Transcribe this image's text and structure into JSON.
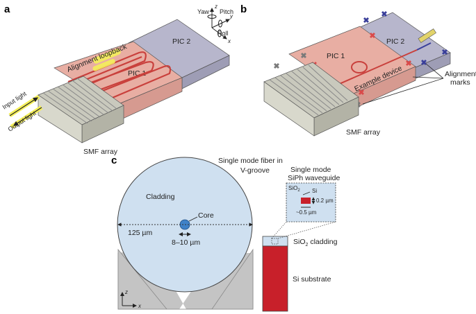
{
  "panels": {
    "a": {
      "letter": "a",
      "labels": {
        "pic1": "PIC 1",
        "pic2": "PIC 2",
        "smf_array": "SMF array",
        "alignment_loopback": "Alignment loopback",
        "input_light": "Input light",
        "output_light": "Output light"
      },
      "axes": {
        "yaw": "Yaw",
        "pitch": "Pitch",
        "roll": "Roll",
        "z": "z",
        "y": "y",
        "x": "x"
      }
    },
    "b": {
      "letter": "b",
      "labels": {
        "pic1": "PIC 1",
        "pic2": "PIC 2",
        "example_device": "Example device",
        "alignment_marks": "Alignment marks",
        "smf_array": "SMF array"
      }
    },
    "c": {
      "letter": "c",
      "labels": {
        "fiber_title": "Single mode fiber in V-groove",
        "cladding": "Cladding",
        "core": "Core",
        "diameter": "125 µm",
        "core_diameter": "8–10 µm",
        "waveguide_title": "Single mode SiPh waveguide",
        "sio2": "SiO",
        "sio2_sub": "2",
        "si": "Si",
        "height": "0.2 µm",
        "width": "~0.5 µm",
        "sio2_cladding": "SiO",
        "sio2_cladding_sub": "2",
        "sio2_cladding_suffix": " cladding",
        "si_substrate": "Si substrate",
        "z": "z",
        "x": "x"
      }
    }
  },
  "colors": {
    "pic1": "#e8aea3",
    "pic2": "#b7b6cc",
    "smf": "#c9c9bd",
    "waveguide": "#c9403c",
    "fiber_fill": "#cfe0f0",
    "core": "#3f82c8",
    "si_substrate": "#c8202a",
    "vgroove": "#c4c4c4",
    "highlight": "#f4ef5a",
    "mark_red": "#d94a4a",
    "mark_blue": "#3a3f9a",
    "mark_grey": "#7a7a7a"
  }
}
